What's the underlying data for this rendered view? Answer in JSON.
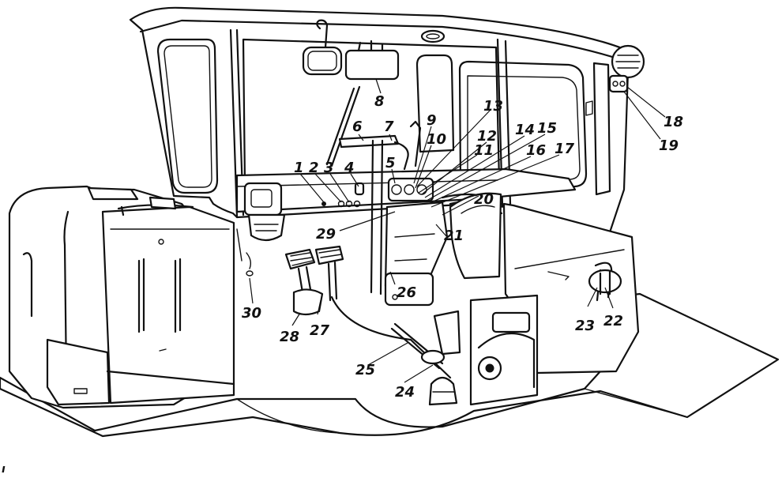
{
  "figure": {
    "corner_mark": "ı",
    "callouts": [
      "1",
      "2",
      "3",
      "4",
      "5",
      "6",
      "7",
      "8",
      "9",
      "10",
      "11",
      "12",
      "13",
      "14",
      "15",
      "16",
      "17",
      "18",
      "19",
      "20",
      "21",
      "22",
      "23",
      "24",
      "25",
      "26",
      "27",
      "28",
      "29",
      "30"
    ]
  },
  "colors": {
    "ink": "#111111",
    "paper": "#ffffff"
  }
}
